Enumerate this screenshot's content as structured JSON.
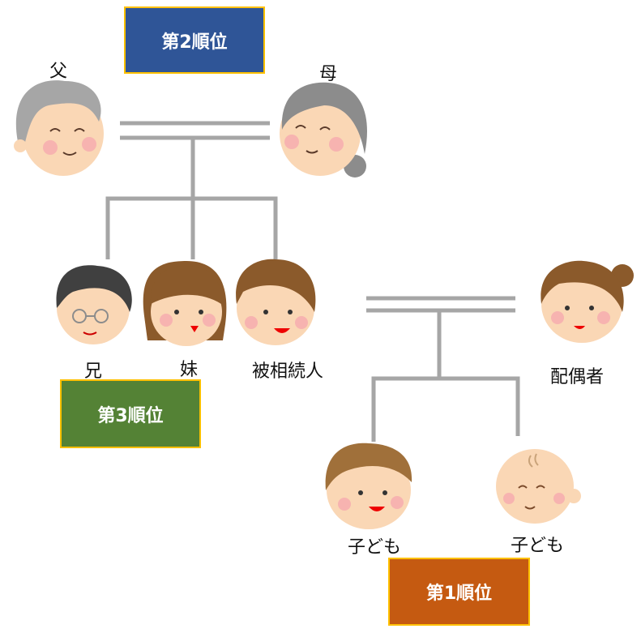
{
  "ranks": {
    "second": "第2順位",
    "third": "第3順位",
    "first": "第1順位"
  },
  "people": {
    "father": "父",
    "mother": "母",
    "brother": "兄",
    "sister": "妹",
    "decedent": "被相続人",
    "spouse": "配偶者",
    "child1": "子ども",
    "child2": "子ども"
  },
  "colors": {
    "second": "#2F5597",
    "third": "#548235",
    "first": "#C55A11",
    "border": "#FFC000",
    "line": "#A6A6A6"
  }
}
